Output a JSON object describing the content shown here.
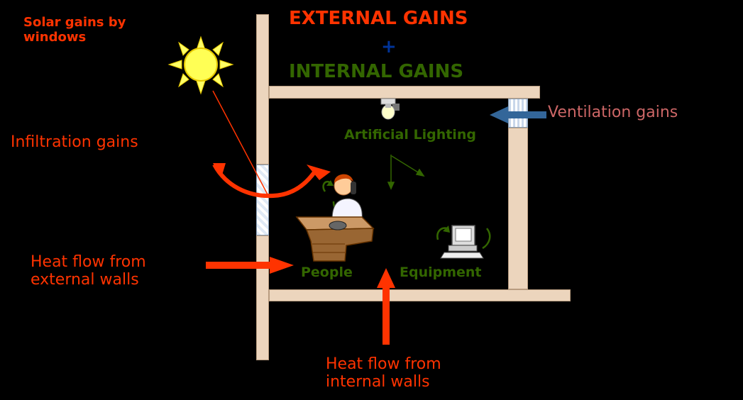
{
  "title": {
    "external": "EXTERNAL GAINS",
    "plus": "+",
    "internal": "INTERNAL GAINS"
  },
  "labels": {
    "solar": "Solar gains by\nwindows",
    "infiltration": "Infiltration gains",
    "ventilation": "Ventilation gains",
    "heat_external": "Heat flow from\nexternal walls",
    "heat_internal": "Heat flow from\ninternal walls",
    "lighting": "Artificial Lighting",
    "people": "People",
    "equipment": "Equipment"
  },
  "colors": {
    "background": "#000000",
    "external": "#ff3300",
    "internal": "#336600",
    "plus": "#003399",
    "ventilation": "#cc6666",
    "wall": "#ecd5bd",
    "arrow_blue": "#336699"
  },
  "icons": [
    "sun-icon",
    "lamp-icon",
    "person-at-desk-icon",
    "computer-icon"
  ]
}
